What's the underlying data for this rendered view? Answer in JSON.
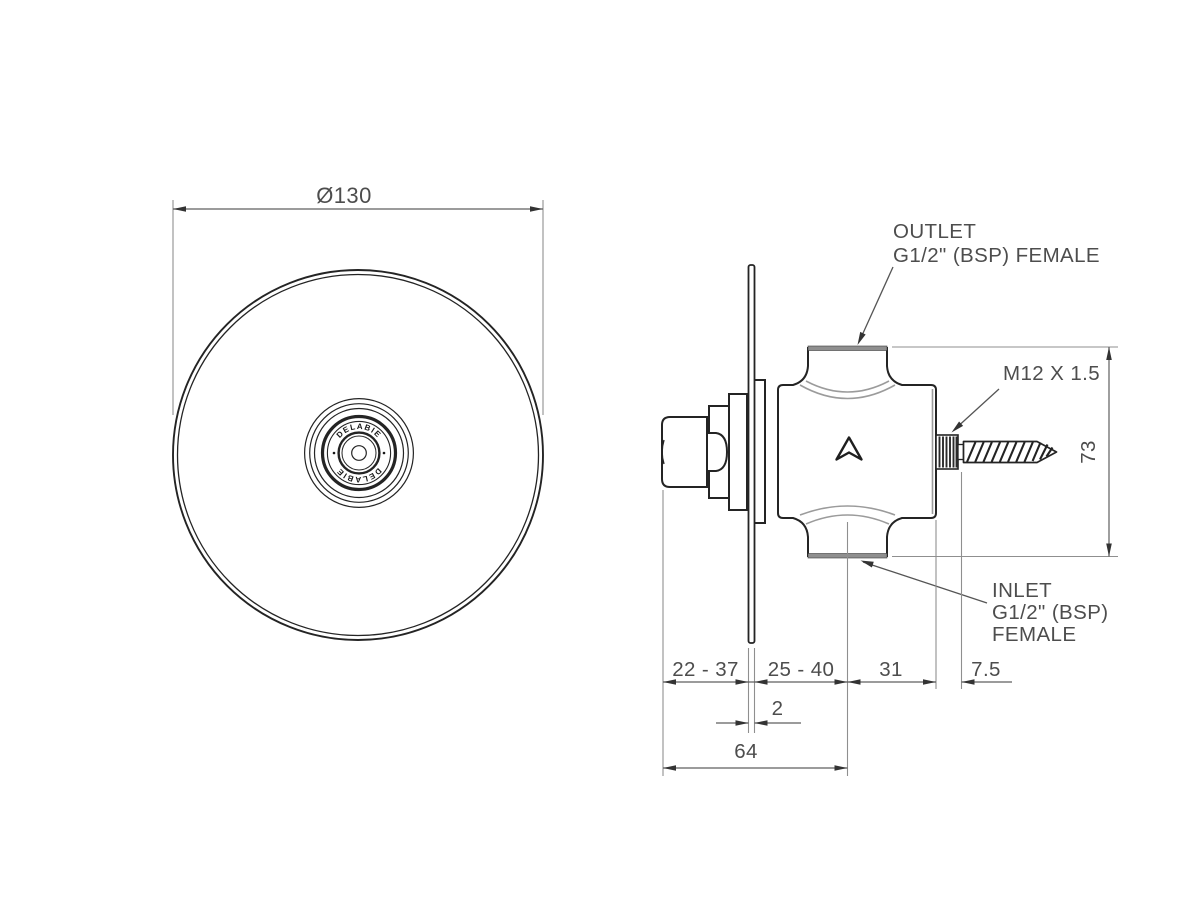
{
  "front_view": {
    "diameter": "Ø130",
    "brand_top": "DELABIE",
    "brand_bottom": "DELABIE"
  },
  "side_view": {
    "outlet": {
      "line1": "OUTLET",
      "line2": "G1/2\" (BSP) FEMALE"
    },
    "stud_thread": "M12 X 1.5",
    "inlet": {
      "line1": "INLET",
      "line2": "G1/2\" (BSP)",
      "line3": "FEMALE"
    },
    "dimensions": {
      "height": "73",
      "wall_to_handle": "22 - 37",
      "wall_to_inlet_axis": "25 - 40",
      "inlet_axis_to_body": "31",
      "stud_length": "7.5",
      "panel_thickness": "2",
      "overall_depth": "64"
    }
  },
  "colors": {
    "outline": "#242424",
    "secondary_line": "#9b9b9b",
    "dimension_line": "#5f5f5f",
    "extension_line": "#8f8f8f",
    "text": "#4d4d4d",
    "background": "#ffffff"
  }
}
